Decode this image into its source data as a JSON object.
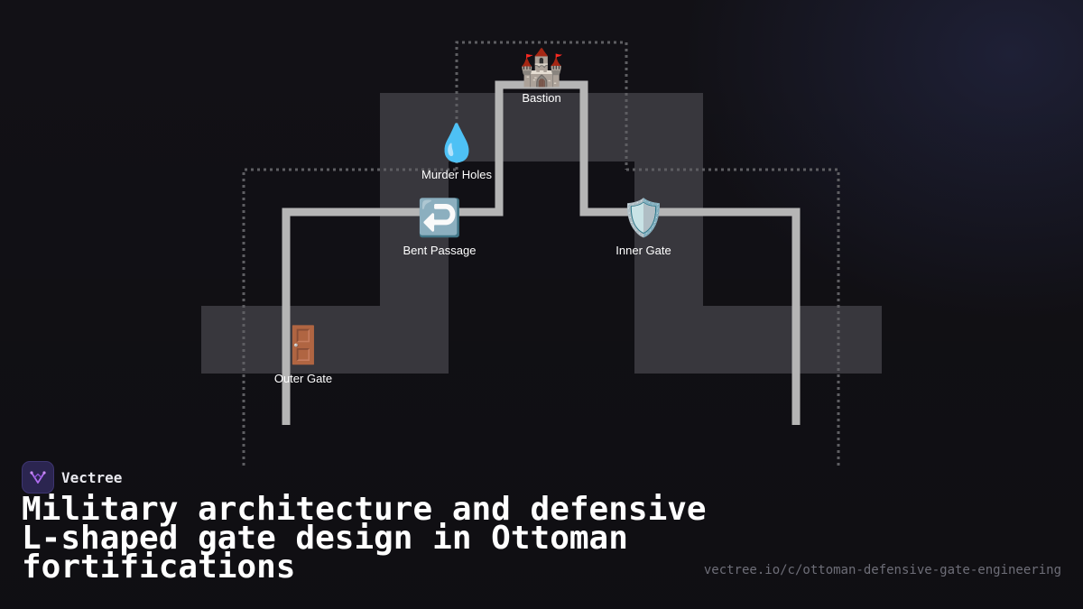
{
  "nodes": [
    {
      "id": "bastion",
      "icon": "🏰",
      "icon_name": "castle-icon",
      "label": "Bastion"
    },
    {
      "id": "murder-holes",
      "icon": "💧",
      "icon_name": "droplet-icon",
      "label": "Murder Holes"
    },
    {
      "id": "bent-passage",
      "icon": "↩️",
      "icon_name": "return-arrow-icon",
      "label": "Bent Passage"
    },
    {
      "id": "inner-gate",
      "icon": "🛡️",
      "icon_name": "shield-icon",
      "label": "Inner Gate"
    },
    {
      "id": "outer-gate",
      "icon": "🚪",
      "icon_name": "door-icon",
      "label": "Outer Gate"
    }
  ],
  "brand": {
    "name": "Vectree",
    "logo_icon": "vectree-logo-icon"
  },
  "title": "Military architecture and defensive L-shaped gate design in Ottoman fortifications",
  "url": "vectree.io/c/ottoman-defensive-gate-engineering",
  "colors": {
    "background": "#121116",
    "wall_fill": "#38373d",
    "path_line": "#b5b5b5",
    "dotted_outline": "#5e5e62",
    "text": "#ffffff",
    "url_text": "#6e6e78"
  }
}
